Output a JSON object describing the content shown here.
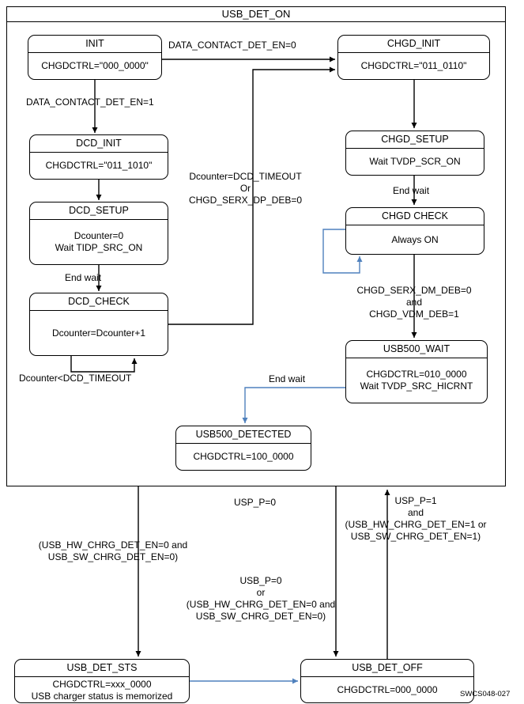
{
  "diagram": {
    "container_label": "USB_DET_ON",
    "figure_ref": "SWCS048-027",
    "colors": {
      "line": "#000000",
      "highlight_arrow": "#4f81bd",
      "background": "#ffffff"
    }
  },
  "states": {
    "init": {
      "title": "INIT",
      "body": "CHGDCTRL=\"000_0000\""
    },
    "chgd_init": {
      "title": "CHGD_INIT",
      "body": "CHGDCTRL=\"011_0110\""
    },
    "dcd_init": {
      "title": "DCD_INIT",
      "body": "CHGDCTRL=\"011_1010\""
    },
    "dcd_setup": {
      "title": "DCD_SETUP",
      "body": "Dcounter=0\nWait TIDP_SRC_ON"
    },
    "dcd_check": {
      "title": "DCD_CHECK",
      "body": "Dcounter=Dcounter+1"
    },
    "chgd_setup": {
      "title": "CHGD_SETUP",
      "body": "Wait TVDP_SCR_ON"
    },
    "chgd_check": {
      "title": "CHGD CHECK",
      "body": "Always ON"
    },
    "usb500_wait": {
      "title": "USB500_WAIT",
      "body": "CHGDCTRL=010_0000\nWait TVDP_SRC_HICRNT"
    },
    "usb500_detected": {
      "title": "USB500_DETECTED",
      "body": "CHGDCTRL=100_0000"
    },
    "usb_det_sts": {
      "title": "USB_DET_STS",
      "body": "CHGDCTRL=xxx_0000\nUSB charger status is memorized"
    },
    "usb_det_off": {
      "title": "USB_DET_OFF",
      "body": "CHGDCTRL=000_0000"
    }
  },
  "transitions": {
    "data_contact_det_en_0": "DATA_CONTACT_DET_EN=0",
    "data_contact_det_en_1": "DATA_CONTACT_DET_EN=1",
    "dcd_timeout_or_serx_dp": "Dcounter=DCD_TIMEOUT\nOr\nCHGD_SERX_DP_DEB=0",
    "end_wait_dcd": "End wait",
    "dcounter_lt_timeout": "Dcounter<DCD_TIMEOUT",
    "end_wait_chgd": "End wait",
    "serx_dm_and_vdm": "CHGD_SERX_DM_DEB=0\nand\nCHGD_VDM_DEB=1",
    "end_wait_usb500": "End wait",
    "usp_p_0": "USP_P=0",
    "usp_p_1_block": "USP_P=1\nand\n(USB_HW_CHRG_DET_EN=1 or\nUSB_SW_CHRG_DET_EN=1)",
    "hw_sw_chrg_det_0_block": "(USB_HW_CHRG_DET_EN=0 and\nUSB_SW_CHRG_DET_EN=0)",
    "usb_p_0_block": "USB_P=0\nor\n(USB_HW_CHRG_DET_EN=0 and\nUSB_SW_CHRG_DET_EN=0)"
  }
}
